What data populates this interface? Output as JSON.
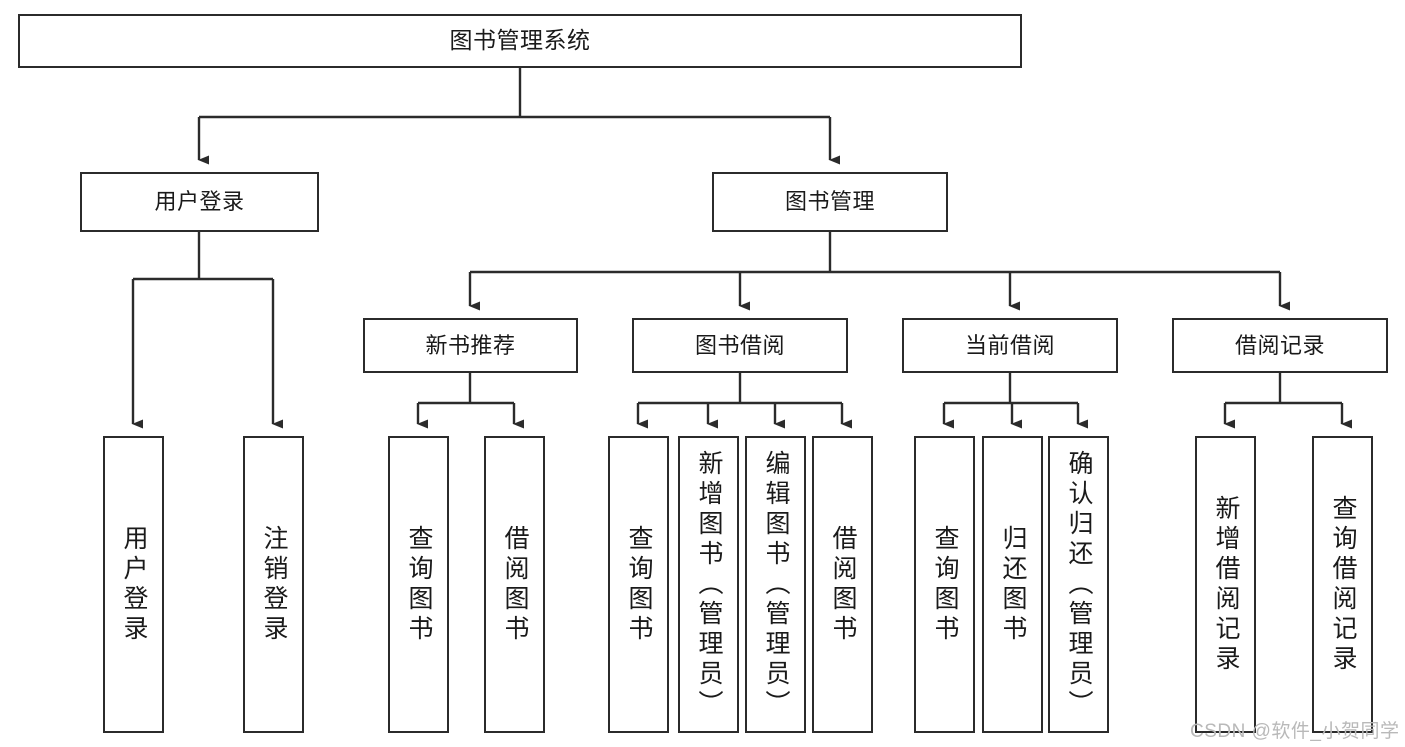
{
  "diagram": {
    "title": "图书管理系统",
    "type": "tree-hierarchy-chart",
    "colors": {
      "box_border": "#2b2b2b",
      "box_fill": "#ffffff",
      "edge": "#2b2b2b",
      "text": "#1a1a1a",
      "watermark": "#b9b9b9",
      "background": "#ffffff"
    },
    "nodes": {
      "root": {
        "label": "图书管理系统",
        "level": 1
      },
      "level2": [
        {
          "id": "user-login",
          "label": "用户登录"
        },
        {
          "id": "book-management",
          "label": "图书管理"
        }
      ],
      "level3": [
        {
          "id": "new-book-recommend",
          "label": "新书推荐",
          "parent": "book-management"
        },
        {
          "id": "book-borrow",
          "label": "图书借阅",
          "parent": "book-management"
        },
        {
          "id": "current-borrow",
          "label": "当前借阅",
          "parent": "book-management"
        },
        {
          "id": "borrow-record",
          "label": "借阅记录",
          "parent": "book-management"
        }
      ],
      "leaves": {
        "user-login": [
          {
            "id": "leaf-user-login",
            "label": "用户登录"
          },
          {
            "id": "leaf-logout",
            "label": "注销登录"
          }
        ],
        "new-book-recommend": [
          {
            "id": "leaf-query-book-1",
            "label": "查询图书"
          },
          {
            "id": "leaf-borrow-book-1",
            "label": "借阅图书"
          }
        ],
        "book-borrow": [
          {
            "id": "leaf-query-book-2",
            "label": "查询图书"
          },
          {
            "id": "leaf-add-book",
            "label": "新增图书（管理员）"
          },
          {
            "id": "leaf-edit-book",
            "label": "编辑图书（管理员）"
          },
          {
            "id": "leaf-borrow-book-2",
            "label": "借阅图书"
          }
        ],
        "current-borrow": [
          {
            "id": "leaf-query-book-3",
            "label": "查询图书"
          },
          {
            "id": "leaf-return-book",
            "label": "归还图书"
          },
          {
            "id": "leaf-confirm-return",
            "label": "确认归还（管理员）"
          }
        ],
        "borrow-record": [
          {
            "id": "leaf-add-record",
            "label": "新增借阅记录"
          },
          {
            "id": "leaf-query-record",
            "label": "查询借阅记录"
          }
        ]
      }
    }
  },
  "watermark": {
    "text": "CSDN @软件_小贺同学"
  }
}
